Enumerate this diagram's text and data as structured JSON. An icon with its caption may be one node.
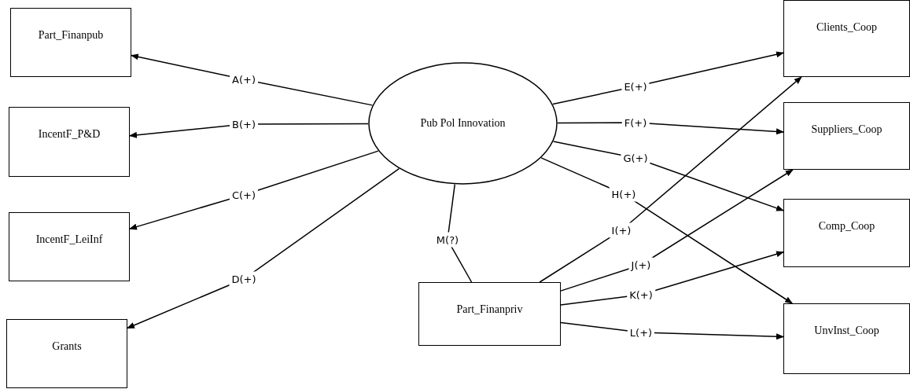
{
  "diagram": {
    "nodes": [
      {
        "text": [
          "Part_Finanpub"
        ]
      },
      {
        "text": [
          "IncentF_P&D"
        ]
      },
      {
        "text": [
          "IncentF_LeiInf"
        ]
      },
      {
        "text": [
          "Grants"
        ]
      },
      {
        "text": [
          "Pub Pol Innovation"
        ]
      },
      {
        "text": [
          "Part_Finanpriv"
        ]
      },
      {
        "text": [
          "Clients_Coop"
        ]
      },
      {
        "text": [
          "Suppliers_Coop"
        ]
      },
      {
        "text": [
          "Comp_Coop"
        ]
      },
      {
        "text": [
          "UnvInst_Coop"
        ]
      }
    ],
    "edges": [
      {
        "from": 4,
        "to": 0,
        "arrow": "to",
        "label": "A(+)"
      },
      {
        "from": 4,
        "to": 1,
        "arrow": "to",
        "label": "B(+)"
      },
      {
        "from": 4,
        "to": 2,
        "arrow": "to",
        "label": "C(+)"
      },
      {
        "from": 4,
        "to": 3,
        "arrow": "to",
        "label": "D(+)"
      },
      {
        "from": 4,
        "to": 6,
        "arrow": "to",
        "label": "E(+)"
      },
      {
        "from": 4,
        "to": 7,
        "arrow": "to",
        "label": "F(+)"
      },
      {
        "from": 4,
        "to": 8,
        "arrow": "to",
        "label": "G(+)"
      },
      {
        "from": 4,
        "to": 9,
        "arrow": "to",
        "label": "H(+)"
      },
      {
        "from": 5,
        "to": 6,
        "arrow": "to",
        "label": "I(+)"
      },
      {
        "from": 5,
        "to": 7,
        "arrow": "to",
        "label": "J(+)"
      },
      {
        "from": 5,
        "to": 8,
        "arrow": "to",
        "label": "K(+)"
      },
      {
        "from": 5,
        "to": 9,
        "arrow": "to",
        "label": "L(+)"
      },
      {
        "from": 4,
        "to": 5,
        "arrow": "none",
        "label": "M(?)"
      }
    ]
  }
}
